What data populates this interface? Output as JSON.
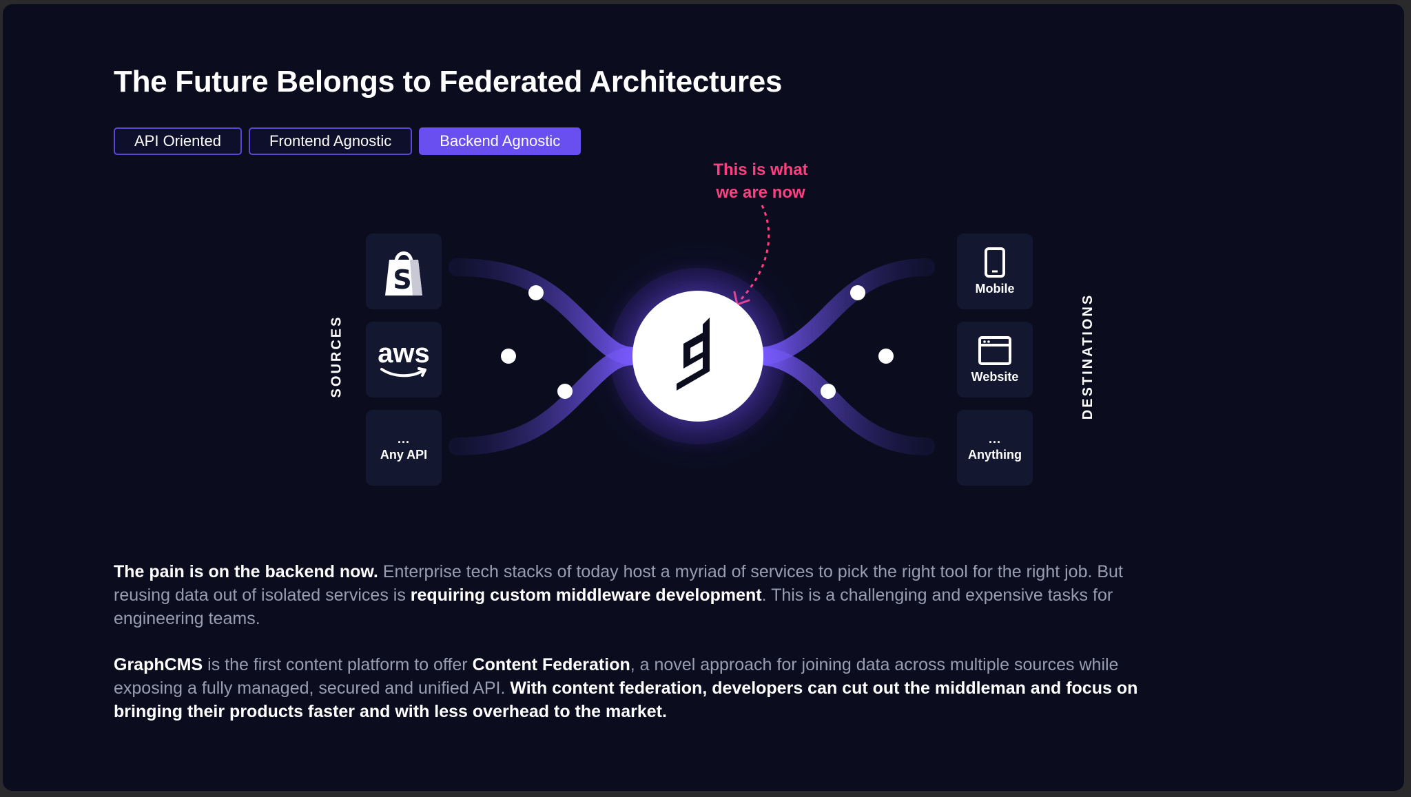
{
  "title": "The Future Belongs to Federated Architectures",
  "tabs": [
    {
      "label": "API Oriented",
      "active": false
    },
    {
      "label": "Frontend Agnostic",
      "active": false
    },
    {
      "label": "Backend Agnostic",
      "active": true
    }
  ],
  "annotation": {
    "line1": "This is what",
    "line2": "we are now"
  },
  "sources": {
    "label": "SOURCES",
    "items": [
      {
        "icon": "shopify-icon",
        "label": ""
      },
      {
        "icon": "aws-icon",
        "label": ""
      },
      {
        "icon": "ellipsis-icon",
        "dots": "...",
        "label": "Any API"
      }
    ]
  },
  "destinations": {
    "label": "DESTINATIONS",
    "items": [
      {
        "icon": "mobile-icon",
        "label": "Mobile"
      },
      {
        "icon": "browser-window-icon",
        "label": "Website"
      },
      {
        "icon": "ellipsis-icon",
        "dots": "...",
        "label": "Anything"
      }
    ]
  },
  "aws_text": "aws",
  "hub_icon": "graphcms-logo-icon",
  "colors": {
    "background": "#0b0d1f",
    "accent": "#6a4ff0",
    "annotation": "#ff3f7f",
    "flow": "#5b46d8"
  },
  "paragraph1": {
    "bold1": "The pain is on the backend now.",
    "text1": " Enterprise tech stacks of today host a myriad of services to pick the right tool for the right job. But reusing data out of isolated services is ",
    "bold2": "requiring custom middleware development",
    "text2": ". This is a challenging and expensive tasks for engineering teams."
  },
  "paragraph2": {
    "bold1": "GraphCMS",
    "text1": " is the first content platform to offer ",
    "bold2": "Content Federation",
    "text2": ", a novel approach for joining data across multiple sources while exposing a fully managed, secured and unified API. ",
    "bold3": "With content federation, developers can cut out the middleman and focus on bringing their products faster and with less overhead to the market."
  }
}
